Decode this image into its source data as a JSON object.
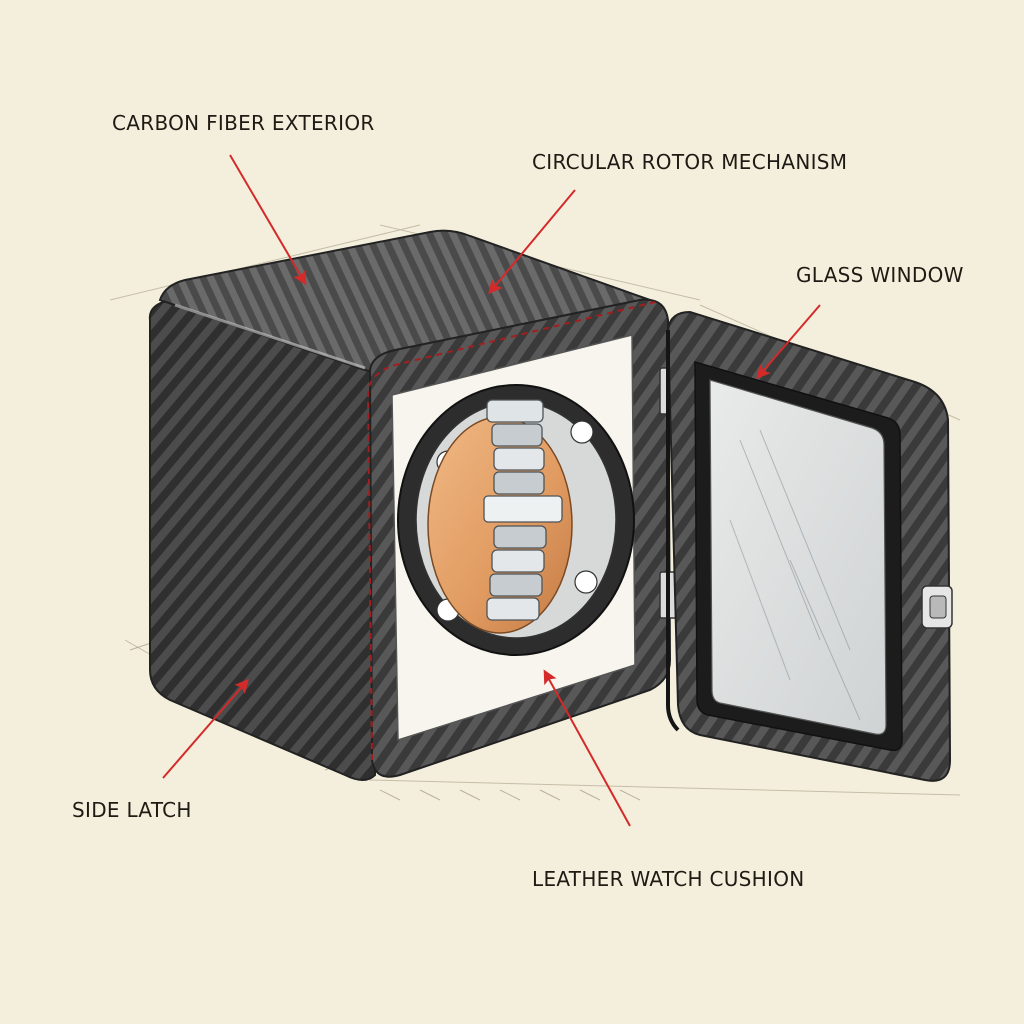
{
  "labels": {
    "carbon_fiber_exterior": "CARBON FIBER EXTERIOR",
    "circular_rotor_mechanism": "CIRCULAR ROTOR MECHANISM",
    "glass_window": "GLASS WINDOW",
    "side_latch": "SIDE LATCH",
    "leather_watch_cushion": "LEATHER WATCH CUSHION"
  },
  "colors": {
    "paper": "#f4efdc",
    "carbon_dark": "#3b3b3b",
    "carbon_light": "#6b6b6b",
    "leather": "#e3a06a",
    "metal": "#c9d0d4",
    "arrow": "#d42a2a",
    "ink": "#1e1a14"
  }
}
